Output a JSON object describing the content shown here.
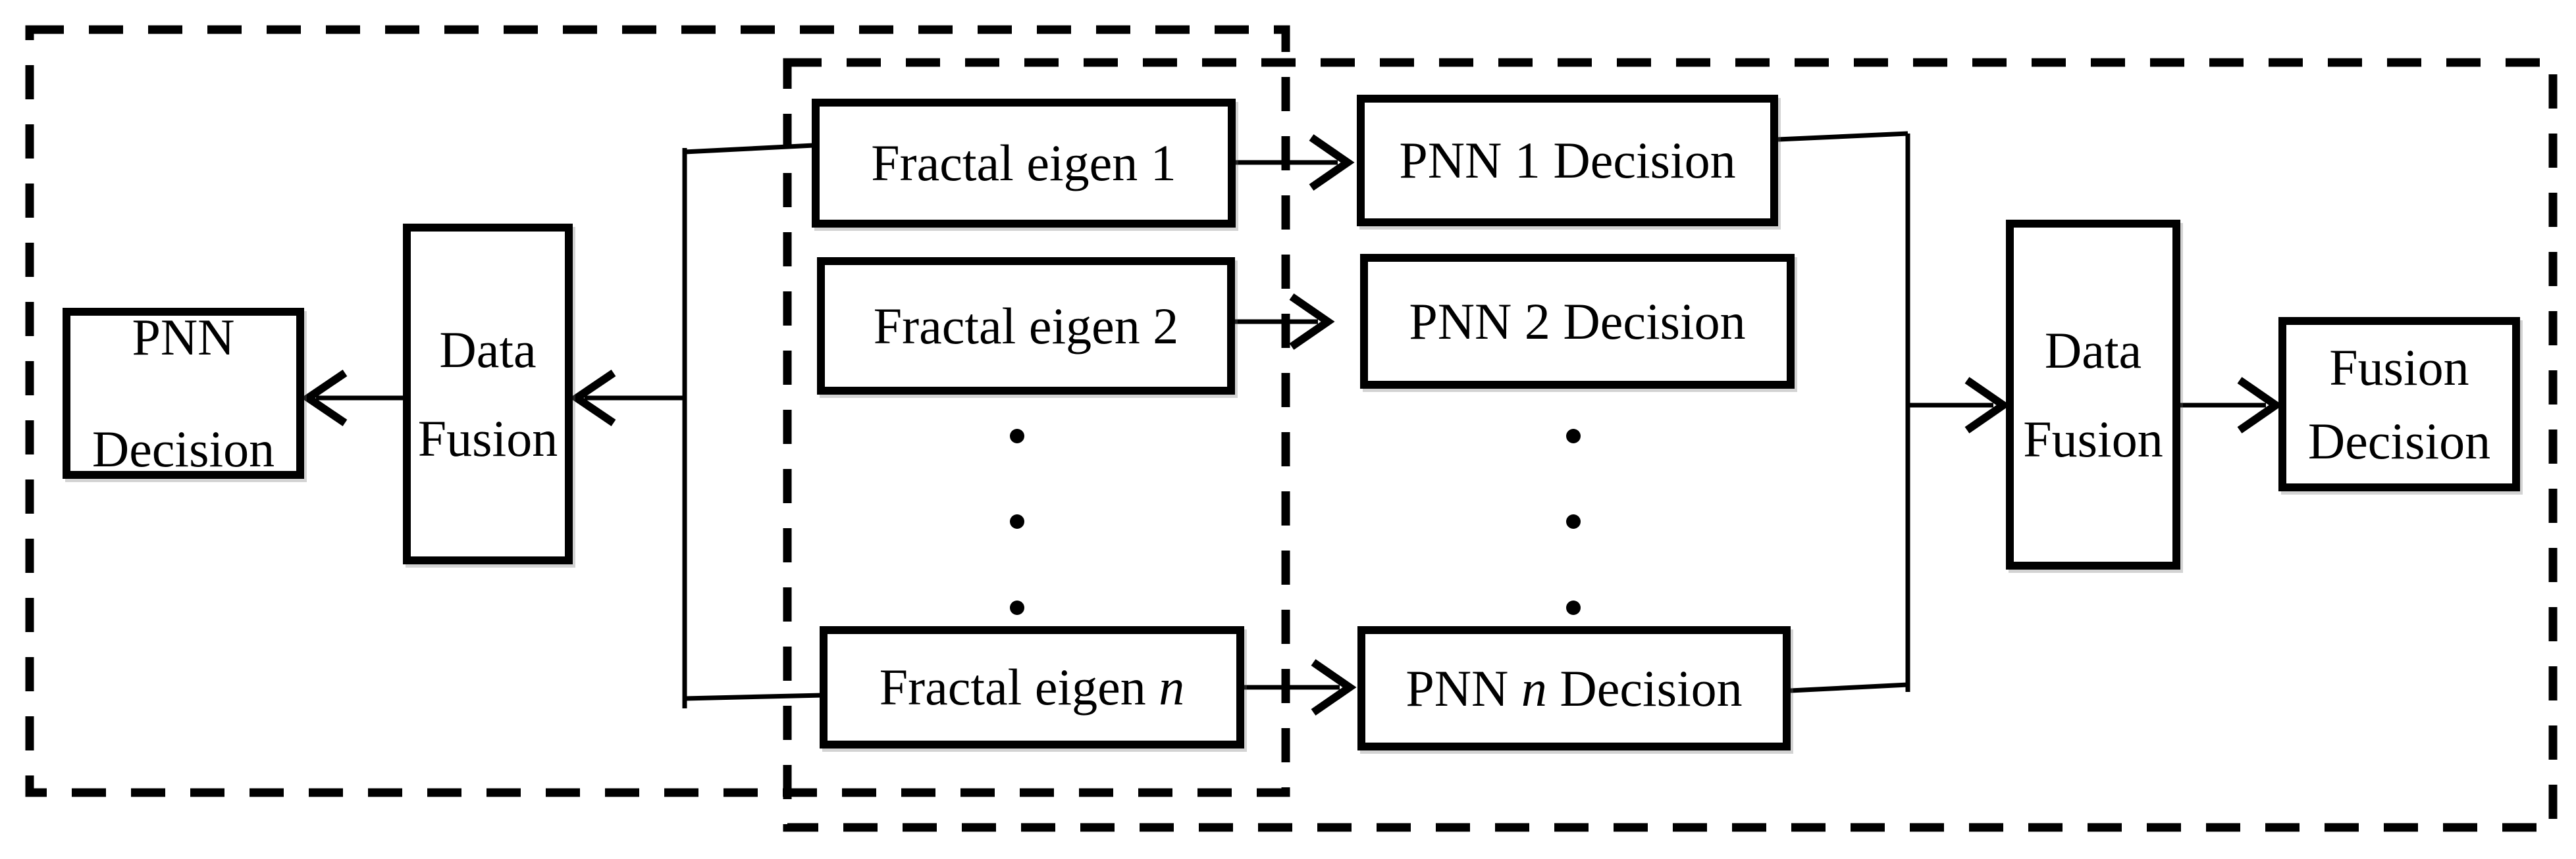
{
  "figure": {
    "background_color": "#ffffff",
    "ink_color": "#000000"
  },
  "boxes": {
    "pnn_decision": {
      "line1": "PNN",
      "line2": "Decision"
    },
    "data_fusion_left": {
      "line1": "Data",
      "line2": "Fusion"
    },
    "fractal_eigen_1": {
      "pre": "Fractal eigen 1",
      "em": "",
      "post": ""
    },
    "fractal_eigen_2": {
      "pre": "Fractal eigen 2",
      "em": "",
      "post": ""
    },
    "fractal_eigen_n": {
      "pre": "Fractal eigen ",
      "em": "n",
      "post": ""
    },
    "pnn_1_decision": {
      "pre": "PNN 1 Decision",
      "em": "",
      "post": ""
    },
    "pnn_2_decision": {
      "pre": "PNN 2 Decision",
      "em": "",
      "post": ""
    },
    "pnn_n_decision": {
      "pre": "PNN ",
      "em": "n",
      "post": " Decision"
    },
    "data_fusion_right": {
      "line1": "Data",
      "line2": "Fusion"
    },
    "fusion_decision": {
      "line1": "Fusion",
      "line2": "Decision"
    }
  },
  "ellipsis": {
    "columns": 2,
    "dots_per_column": 3
  }
}
